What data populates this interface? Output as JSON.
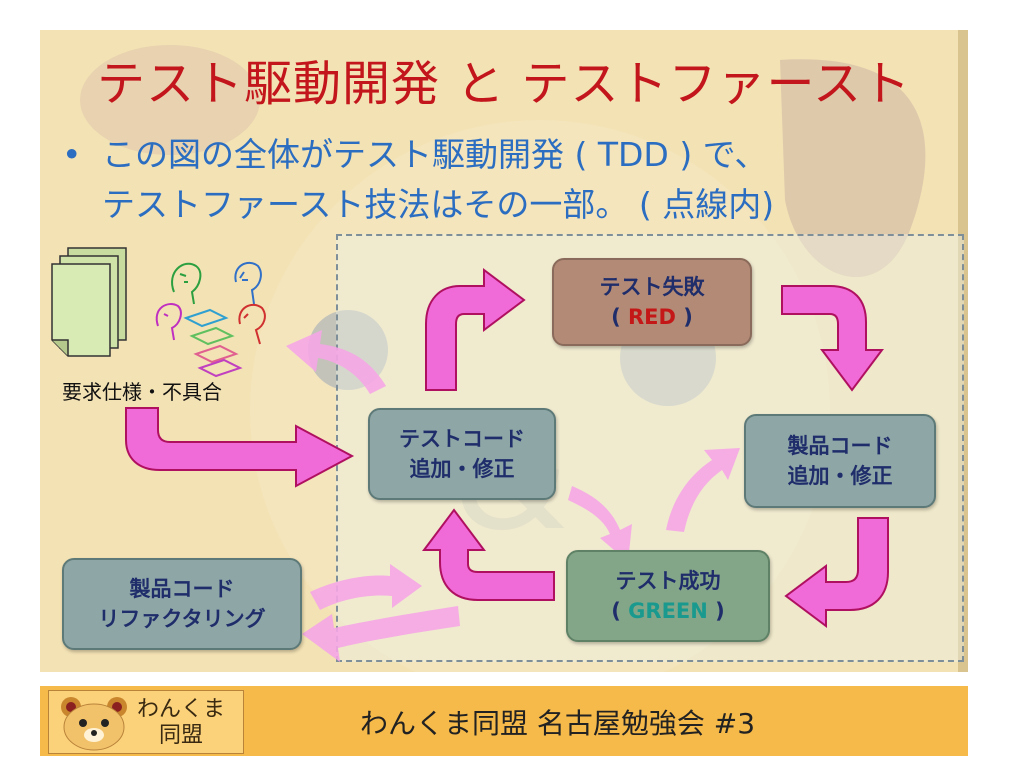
{
  "slide": {
    "title": "テスト駆動開発 と テストファースト",
    "bullet_lines": [
      "この図の全体がテスト駆動開発 ( TDD ) で、",
      "テストファースト技法はその一部。 ( 点線内)"
    ]
  },
  "requirements_label": "要求仕様・不具合",
  "boxes": {
    "test_fail": {
      "line1": "テスト失敗",
      "open": "( ",
      "keyword": "RED",
      "close": " )"
    },
    "product_code": {
      "line1": "製品コード",
      "line2": "追加・修正"
    },
    "test_code": {
      "line1": "テストコード",
      "line2": "追加・修正"
    },
    "test_success": {
      "line1": "テスト成功",
      "open": "( ",
      "keyword": "GREEN",
      "close": " )"
    },
    "refactoring": {
      "line1": "製品コード",
      "line2": "リファクタリング"
    }
  },
  "colors": {
    "arrow_magenta": "#f06ad8",
    "arrow_light": "#f5a6e6",
    "title_red": "#c3161c",
    "bullet_blue": "#2b6dc0"
  },
  "footer": {
    "logo_line1": "わんくま",
    "logo_line2": "同盟",
    "text": "わんくま同盟 名古屋勉強会 #3"
  }
}
